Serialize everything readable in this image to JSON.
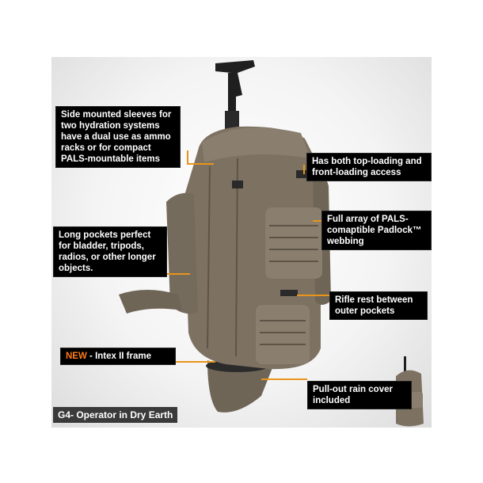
{
  "callouts": {
    "side_sleeves": "Side mounted sleeves for two hydration systems have a dual use as ammo racks or for compact PALS-mountable items",
    "top_loading": "Has both top-loading and front-loading access",
    "pals_webbing": "Full array of PALS-comaptible Padlock™ webbing",
    "long_pockets": "Long pockets perfect for bladder, tripods, radios, or other longer objects.",
    "rifle_rest": "Rifle rest between outer pockets",
    "new_badge": "NEW",
    "intex_frame": " - Intex II frame",
    "rain_cover": "Pull-out rain cover included"
  },
  "caption": "G4- Operator in Dry Earth",
  "colors": {
    "leader": "#e8941a",
    "new": "#ff7a1a",
    "pack": "#7d7262"
  }
}
